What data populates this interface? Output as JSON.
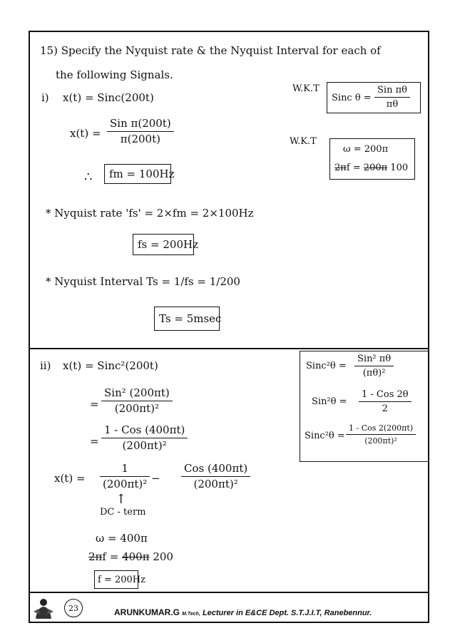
{
  "problem": {
    "title_line1": "15) Specify the Nyquist rate & the Nyquist Interval for each of",
    "title_line2": "the following Signals."
  },
  "part1": {
    "label": "i)",
    "equation": "x(t) = Sinc(200t)",
    "xt_lhs": "x(t) =",
    "xt_num": "Sin π(200t)",
    "xt_den": "π(200t)",
    "therefore": "∴",
    "fm_result": "fm = 100Hz",
    "nyquist_rate_line": "* Nyquist rate 'fs' = 2×fm = 2×100Hz",
    "fs_result": "fs = 200Hz",
    "nyquist_interval_line": "* Nyquist Interval Ts = 1/fs = 1/200",
    "ts_result": "Ts = 5msec",
    "wkt1_label": "W.K.T",
    "sinc_def_lhs": "Sinc θ =",
    "sinc_def_num": "Sin πθ",
    "sinc_def_den": "πθ",
    "wkt2_label": "W.K.T",
    "omega": "ω = 200π",
    "two_pi_f_prefix": "2π",
    "two_pi_f_mid": "f = ",
    "two_pi_f_struck": "200π",
    "two_pi_f_value": "100"
  },
  "part2": {
    "label": "ii)",
    "equation": "x(t) = Sinc²(200t)",
    "step1_eq": "=",
    "step1_num": "Sin² (200πt)",
    "step1_den": "(200πt)²",
    "step2_eq": "=",
    "step2_num": "1 - Cos (400πt)",
    "step2_den": "(200πt)²",
    "xt_lhs": "x(t) =",
    "term1_num": "1",
    "term1_den": "(200πt)²",
    "minus": "−",
    "term2_num": "Cos (400πt)",
    "term2_den": "(200πt)²",
    "arrow": "↑",
    "dc_term": "DC - term",
    "omega": "ω = 400π",
    "two_pi_f_prefix": "2π",
    "two_pi_f_mid": "f = ",
    "two_pi_f_struck": "400π",
    "two_pi_f_value": "200",
    "f_result": "f = 200Hz",
    "id1_lhs": "Sinc²θ =",
    "id1_num": "Sin² πθ",
    "id1_den": "(πθ)²",
    "id2_lhs": "Sin²θ =",
    "id2_num": "1 - Cos 2θ",
    "id2_den": "2",
    "id3_lhs": "Sinc²θ =",
    "id3_num": "1 - Cos 2(200πt)",
    "id3_den": "(200πt)²"
  },
  "footer": {
    "page_number": "23",
    "name": "ARUNKUMAR.G",
    "degree": "M.Tech,",
    "affiliation": "Lecturer in E&CE Dept. S.T.J.I.T, Ranebennur."
  }
}
